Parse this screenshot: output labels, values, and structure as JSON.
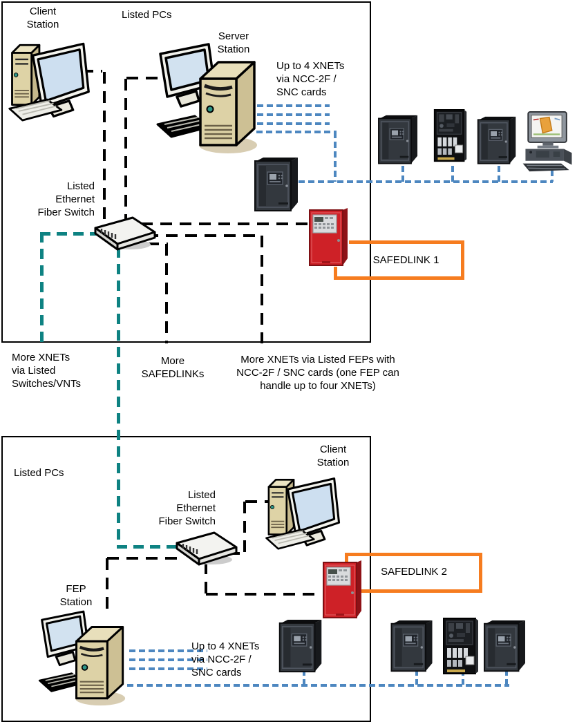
{
  "colors": {
    "ethernet_dashed": "#000000",
    "fiber_dashed": "#0e8282",
    "xnet_dashed": "#4d87c0",
    "safedlink_loop": "#f67c1f",
    "panel_red": "#ce2127",
    "tower_beige": "#ddd2a6"
  },
  "top_network": {
    "client_station_label": "Client\nStation",
    "listed_pcs_label": "Listed PCs",
    "server_station_label": "Server\nStation",
    "xnet_note": "Up to 4 XNETs\nvia NCC-2F /\nSNC cards",
    "switch_label": "Listed\nEthernet\nFiber Switch",
    "safedlink_label": "SAFEDLINK 1"
  },
  "middle_notes": {
    "more_xnets_switches": "More XNETs\nvia Listed\nSwitches/VNTs",
    "more_safedlinks": "More\nSAFEDLINKs",
    "more_xnets_feps": "More XNETs via Listed FEPs with\nNCC-2F / SNC cards (one FEP can\nhandle up to four XNETs)"
  },
  "bottom_network": {
    "listed_pcs_label": "Listed PCs",
    "client_station_label": "Client\nStation",
    "switch_label": "Listed\nEthernet\nFiber Switch",
    "safedlink_label": "SAFEDLINK 2",
    "fep_station_label": "FEP\nStation",
    "xnet_note": "Up to 4 XNETs\nvia NCC-2F /\nSNC cards"
  }
}
